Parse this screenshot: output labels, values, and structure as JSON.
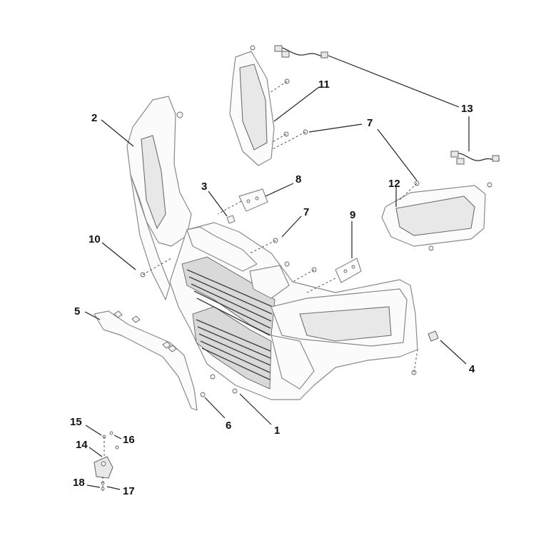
{
  "callouts": [
    {
      "key": "1",
      "label": "1"
    },
    {
      "key": "2",
      "label": "2"
    },
    {
      "key": "3",
      "label": "3"
    },
    {
      "key": "4",
      "label": "4"
    },
    {
      "key": "5",
      "label": "5"
    },
    {
      "key": "6",
      "label": "6"
    },
    {
      "key": "7a",
      "label": "7"
    },
    {
      "key": "7b",
      "label": "7"
    },
    {
      "key": "8",
      "label": "8"
    },
    {
      "key": "9",
      "label": "9"
    },
    {
      "key": "10",
      "label": "10"
    },
    {
      "key": "11",
      "label": "11"
    },
    {
      "key": "12",
      "label": "12"
    },
    {
      "key": "13",
      "label": "13"
    },
    {
      "key": "14",
      "label": "14"
    },
    {
      "key": "15",
      "label": "15"
    },
    {
      "key": "16",
      "label": "16"
    },
    {
      "key": "17",
      "label": "17"
    },
    {
      "key": "18",
      "label": "18"
    }
  ],
  "colors": {
    "line": "#8a8a8a",
    "label": "#111111",
    "background": "#ffffff"
  }
}
